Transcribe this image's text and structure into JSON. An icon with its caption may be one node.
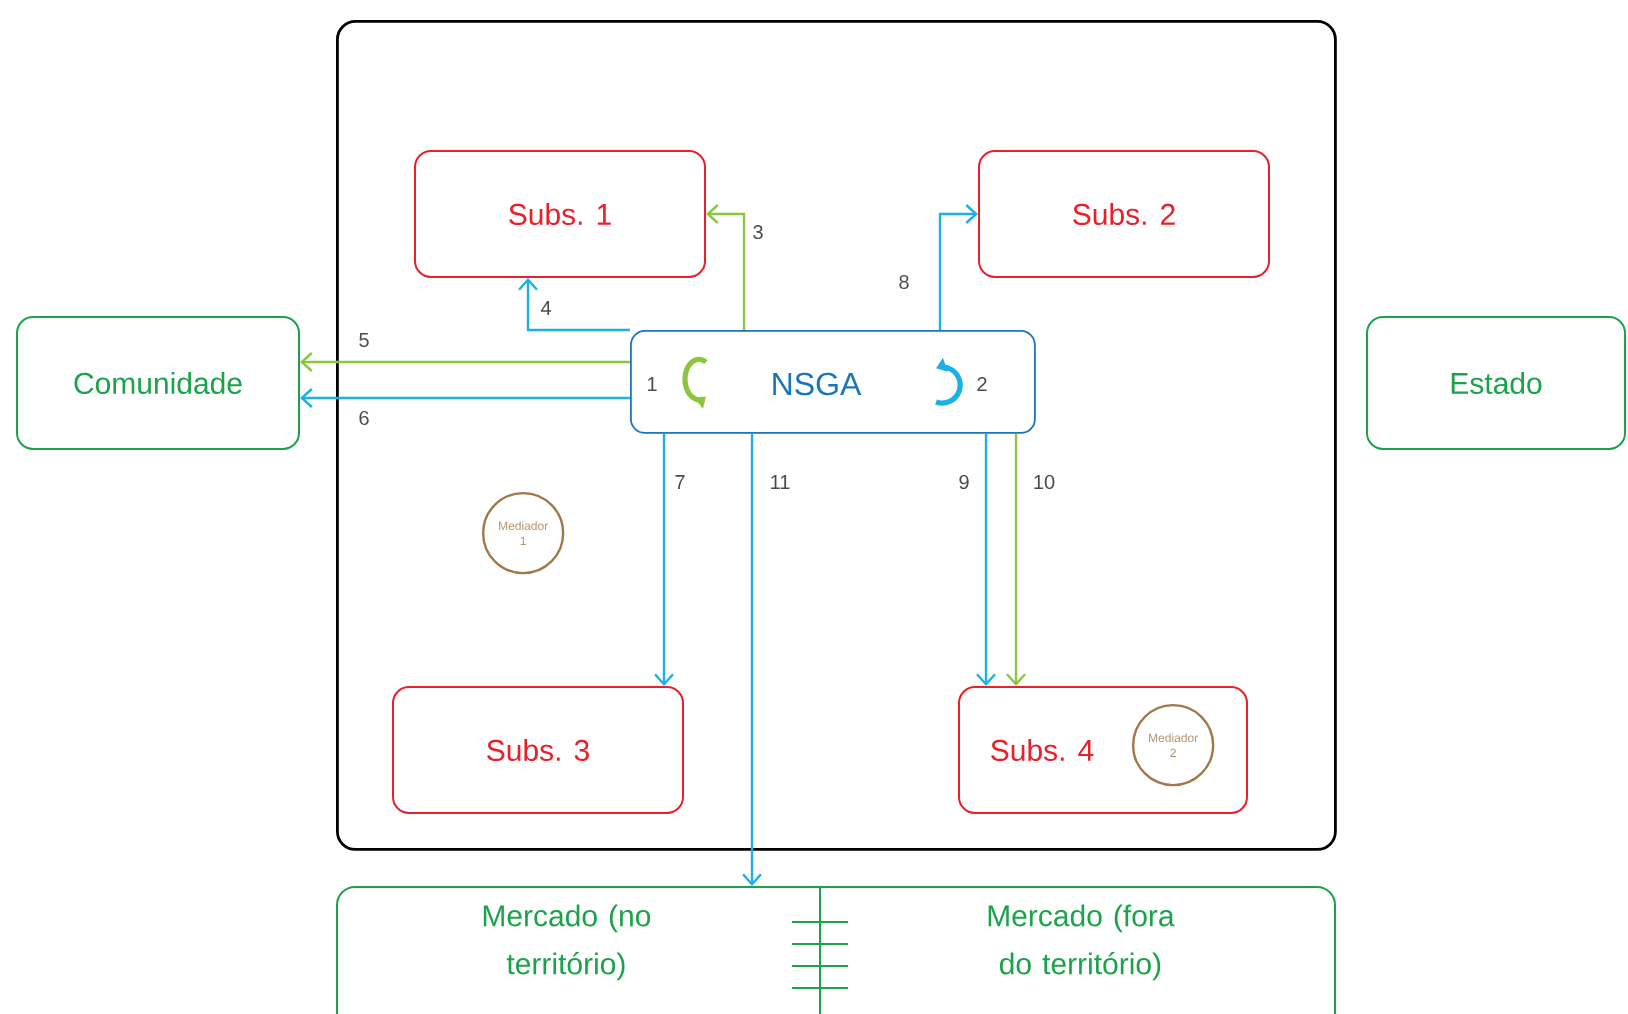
{
  "diagram": {
    "nodes": [
      {
        "text": [],
        "shape": "box"
      },
      {
        "text": [
          "Subs. 1"
        ],
        "in": 0
      },
      {
        "text": [
          "Subs. 2"
        ],
        "in": 0
      },
      {
        "text": [
          "1",
          "NSGA",
          "2"
        ],
        "in": 0
      },
      {
        "text": [
          "Mediador 1"
        ],
        "in": 0
      },
      {
        "text": [
          "Subs. 3"
        ],
        "in": 0
      },
      {
        "text": [
          "Subs. 4"
        ],
        "in": 0
      },
      {
        "text": [
          "Mediador 2"
        ],
        "in": 6
      },
      {
        "text": [
          "Comunidade"
        ]
      },
      {
        "text": [
          "Estado"
        ]
      },
      {
        "text": [],
        "shape": "box"
      },
      {
        "text": [
          "Mercado (no território)"
        ],
        "in": 10
      },
      {
        "text": [
          "Mercado (fora do território)"
        ],
        "in": 10
      }
    ],
    "edges": [
      {
        "from": 3,
        "to": 1,
        "arrow": "to",
        "label": "3",
        "color": "#8cc63f"
      },
      {
        "from": 3,
        "to": 1,
        "arrow": "to",
        "label": "4"
      },
      {
        "from": 3,
        "to": 8,
        "arrow": "to",
        "label": "5",
        "color": "#8cc63f"
      },
      {
        "from": 3,
        "to": 8,
        "arrow": "to",
        "label": "6"
      },
      {
        "from": 3,
        "to": 5,
        "arrow": "to",
        "label": "7"
      },
      {
        "from": 3,
        "to": 2,
        "arrow": "to",
        "label": "8"
      },
      {
        "from": 3,
        "to": 6,
        "arrow": "to",
        "label": "9"
      },
      {
        "from": 3,
        "to": 6,
        "arrow": "to",
        "label": "10",
        "color": "#8cc63f"
      },
      {
        "from": 3,
        "to": 10,
        "arrow": "to",
        "label": "11"
      }
    ]
  }
}
